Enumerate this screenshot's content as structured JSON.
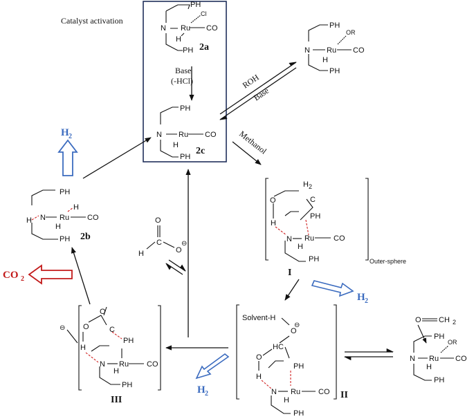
{
  "labels": {
    "catalyst_activation": "Catalyst activation",
    "base_hcl_1": "Base",
    "base_hcl_2": "(-HCl)",
    "roh": "ROH",
    "base": "Base",
    "methanol": "Methanol",
    "outer_sphere": "Outer-sphere",
    "solvent": "Solvent-H",
    "h2": "H",
    "h2_sub": "2",
    "co2": "CO",
    "co2_sub": "2"
  },
  "atoms": {
    "PH": "PH",
    "Ru": "Ru",
    "N": "N",
    "H": "H",
    "CO": "CO",
    "Cl": "Cl",
    "OR": "OR",
    "O": "O",
    "C": "C",
    "H2": "H",
    "HC": "HC",
    "ch2": "CH",
    "minus": "⊖"
  },
  "compounds": {
    "c2a": "2a",
    "c2c": "2c",
    "c2b": "2b",
    "cI": "I",
    "cII": "II",
    "cIII": "III"
  },
  "colors": {
    "h2_arrow": "#3b6bbf",
    "co2_arrow": "#c21a1a",
    "interaction": "#d02020"
  }
}
